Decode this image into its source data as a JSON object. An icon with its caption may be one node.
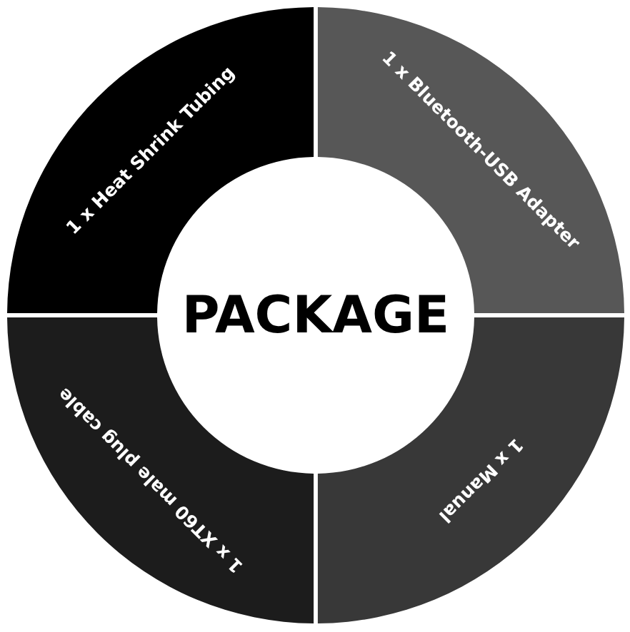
{
  "diagram": {
    "nodes": [
      {
        "text": [
          "1 x Heat Shrink Tubing"
        ]
      },
      {
        "text": [
          "1 x Bluetooth-USB Adapter"
        ]
      },
      {
        "text": [
          "1 x Manual"
        ]
      },
      {
        "text": [
          "1 x XT60 male plug cable"
        ]
      },
      {
        "text": [
          "PACKAGE"
        ]
      }
    ]
  }
}
